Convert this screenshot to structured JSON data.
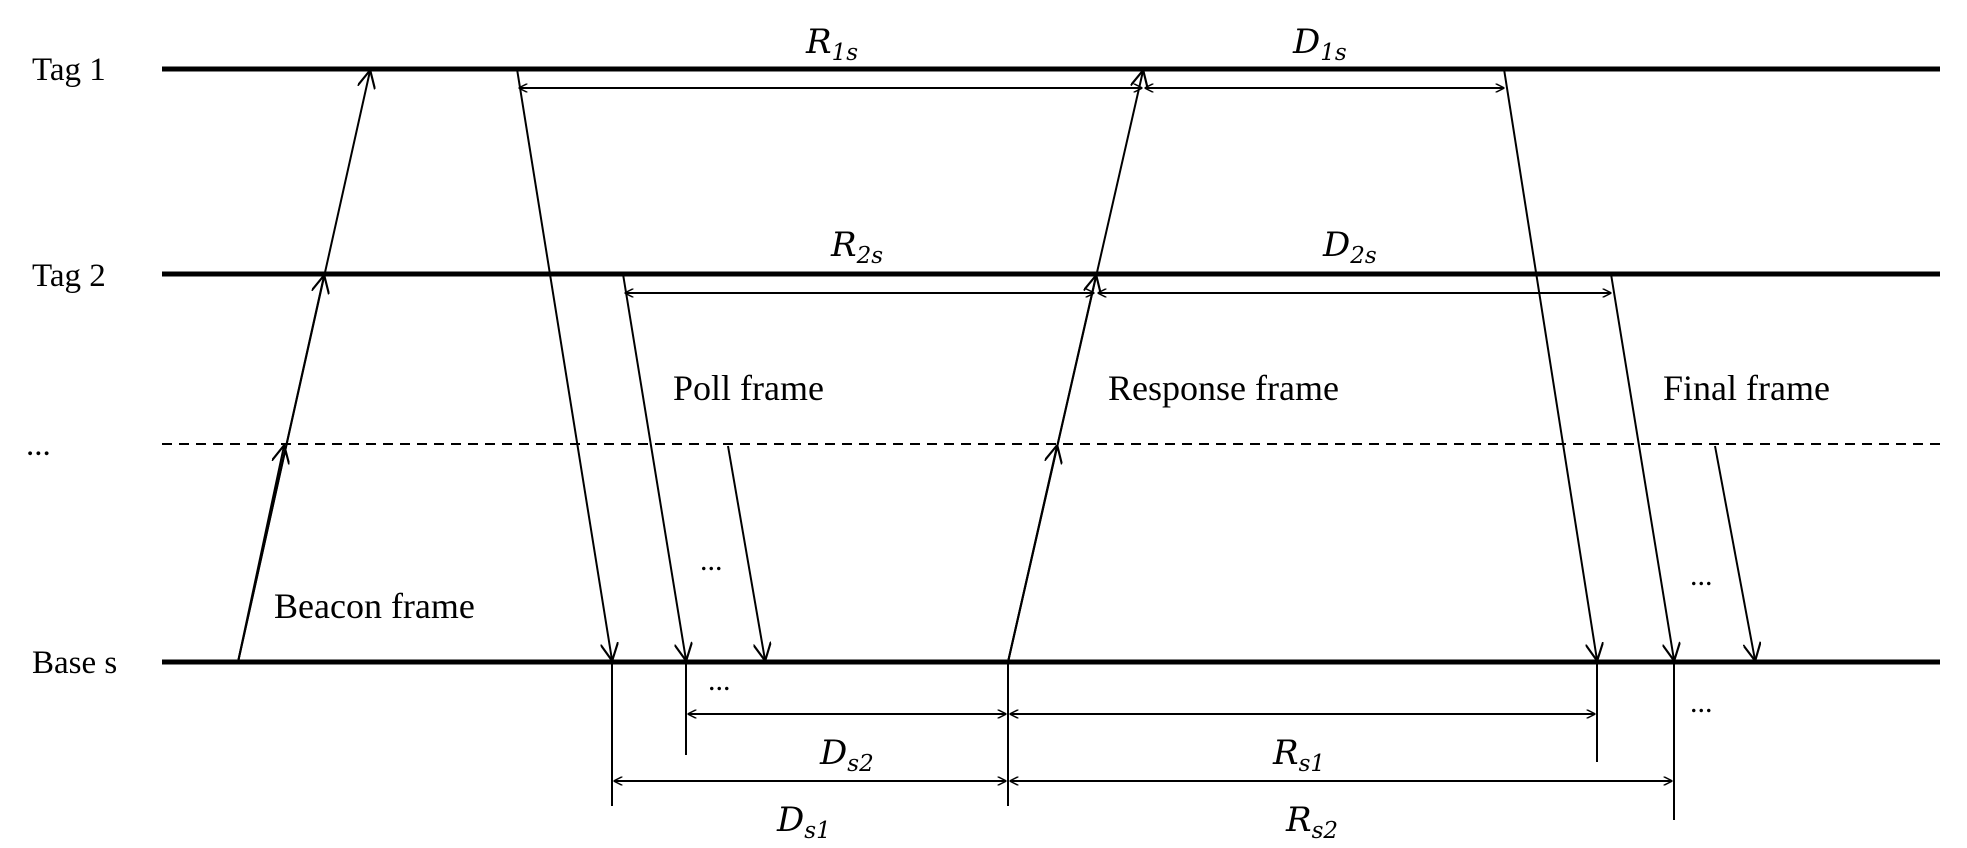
{
  "rows": {
    "tag1": "Tag 1",
    "tag2": "Tag 2",
    "more": "...",
    "base": "Base s"
  },
  "frames": {
    "beacon": "Beacon frame",
    "poll": "Poll frame",
    "response": "Response frame",
    "final": "Final frame"
  },
  "intervals": [
    {
      "id": "R1s",
      "main": "R",
      "sub": "1s"
    },
    {
      "id": "D1s",
      "main": "D",
      "sub": "1s"
    },
    {
      "id": "R2s",
      "main": "R",
      "sub": "2s"
    },
    {
      "id": "D2s",
      "main": "D",
      "sub": "2s"
    },
    {
      "id": "Ds2",
      "main": "D",
      "sub": "s2"
    },
    {
      "id": "Ds1",
      "main": "D",
      "sub": "s1"
    },
    {
      "id": "Rs1",
      "main": "R",
      "sub": "s1"
    },
    {
      "id": "Rs2",
      "main": "R",
      "sub": "s2"
    }
  ],
  "ellipses": {
    "poll_more": "...",
    "base_more": "...",
    "final_more": "...",
    "base_right_more": "..."
  }
}
